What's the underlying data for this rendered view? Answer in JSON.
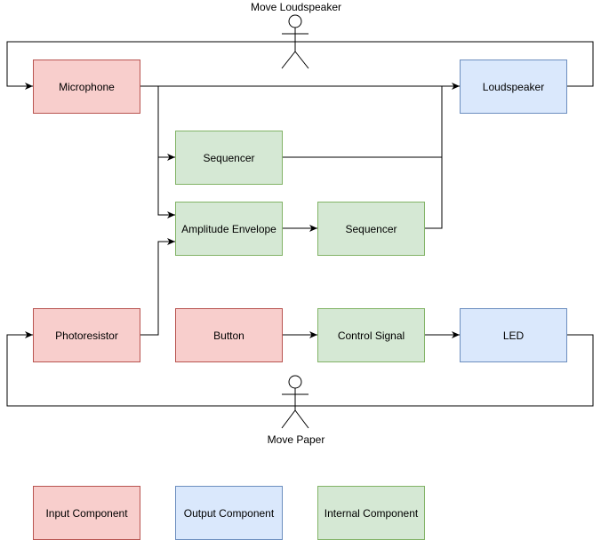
{
  "nodes": {
    "microphone": "Microphone",
    "loudspeaker": "Loudspeaker",
    "sequencer_top": "Sequencer",
    "amplitude_envelope": "Amplitude Envelope",
    "sequencer_mid": "Sequencer",
    "photoresistor": "Photoresistor",
    "button": "Button",
    "control_signal": "Control Signal",
    "led": "LED"
  },
  "actors": {
    "move_loudspeaker": "Move Loudspeaker",
    "move_paper": "Move Paper"
  },
  "legend": {
    "input": "Input Component",
    "output": "Output Component",
    "internal": "Internal Component"
  },
  "colors": {
    "input_fill": "#f8cecc",
    "input_stroke": "#b85450",
    "output_fill": "#dae8fc",
    "output_stroke": "#6c8ebf",
    "internal_fill": "#d5e8d4",
    "internal_stroke": "#82b366"
  }
}
